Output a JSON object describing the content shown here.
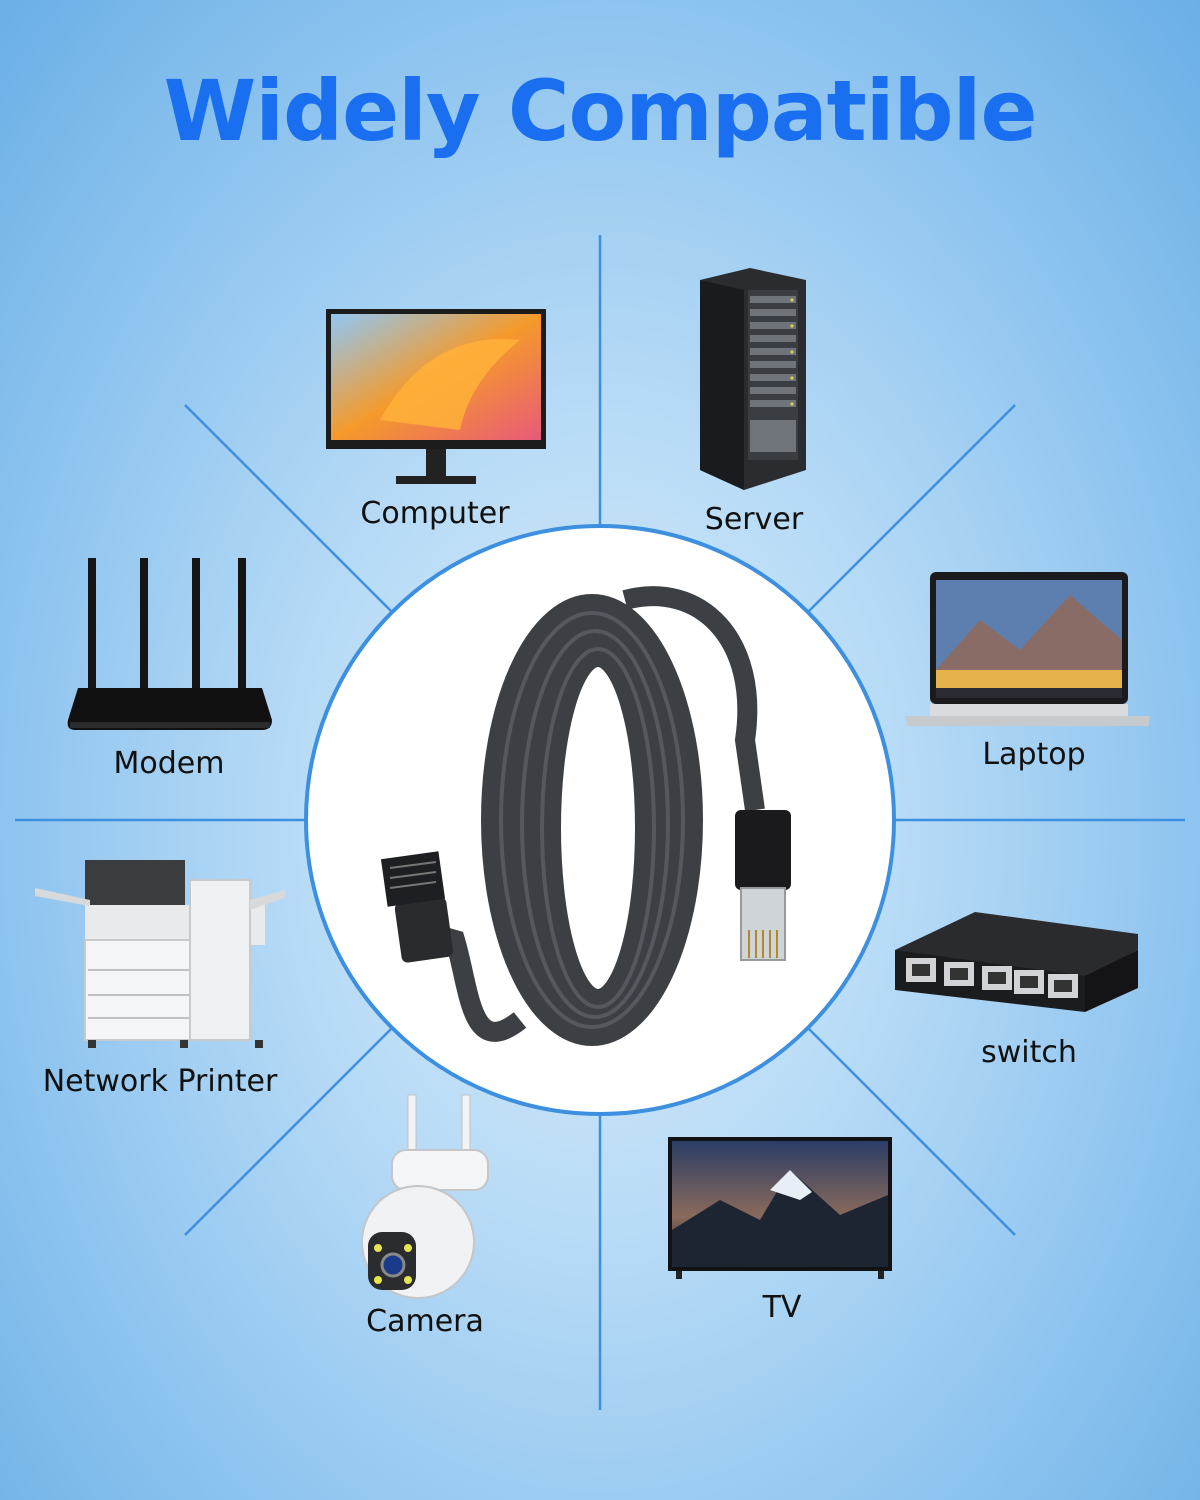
{
  "title": "Widely Compatible",
  "colors": {
    "title": "#1a6ff0",
    "spoke": "#3d8fe0",
    "cable": "#3c3f44"
  },
  "devices": {
    "computer": {
      "label": "Computer",
      "icon": "monitor-icon"
    },
    "server": {
      "label": "Server",
      "icon": "server-rack-icon"
    },
    "modem": {
      "label": "Modem",
      "icon": "router-icon"
    },
    "laptop": {
      "label": "Laptop",
      "icon": "laptop-icon"
    },
    "printer": {
      "label": "Network Printer",
      "icon": "printer-icon"
    },
    "switch": {
      "label": "switch",
      "icon": "network-switch-icon"
    },
    "camera": {
      "label": "Camera",
      "icon": "security-camera-icon"
    },
    "tv": {
      "label": "TV",
      "icon": "tv-icon"
    }
  }
}
